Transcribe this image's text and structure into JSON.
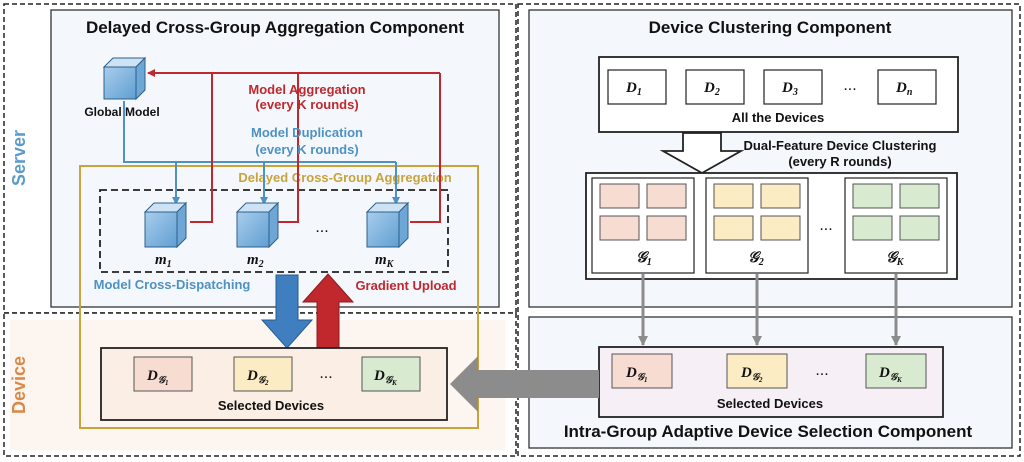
{
  "server_label": "Server",
  "device_label": "Device",
  "delayed_component": {
    "title": "Delayed Cross-Group Aggregation Component",
    "global_model": "Global Model",
    "model_aggregation": "Model Aggregation",
    "model_aggregation_freq": "(every K rounds)",
    "model_duplication": "Model Duplication",
    "model_duplication_freq": "(every K rounds)",
    "delayed_aggregation": "Delayed Cross-Group Aggregation",
    "models": [
      "m",
      "m",
      "m"
    ],
    "model_subscripts": [
      "1",
      "2",
      "K"
    ],
    "ellipsis": "...",
    "cross_dispatching": "Model Cross-Dispatching",
    "gradient_upload": "Gradient Upload"
  },
  "clustering_component": {
    "title": "Device Clustering Component",
    "devices": [
      "D",
      "D",
      "D",
      "D"
    ],
    "device_subscripts": [
      "1",
      "2",
      "3",
      "n"
    ],
    "ellipsis": "...",
    "all_devices": "All the Devices",
    "clustering": "Dual-Feature Device Clustering",
    "clustering_freq": "(every R rounds)",
    "groups": [
      "𝒢",
      "𝒢",
      "𝒢"
    ],
    "group_subscripts": [
      "1",
      "2",
      "K"
    ]
  },
  "selection_component": {
    "title": "Intra-Group Adaptive Device Selection Component",
    "selected_devices": "Selected Devices",
    "ellipsis": "..."
  },
  "device_side": {
    "selected_devices": "Selected Devices",
    "ellipsis": "..."
  },
  "colors": {
    "server_blue": "#5a9bc9",
    "device_orange": "#d98848",
    "aggregation_red": "#c0282d",
    "duplication_blue": "#4f91c3",
    "delayed_gold": "#c9a33c",
    "group1_fill": "#f7dcd2",
    "group2_fill": "#fbecc4",
    "groupK_fill": "#d8ead0"
  }
}
